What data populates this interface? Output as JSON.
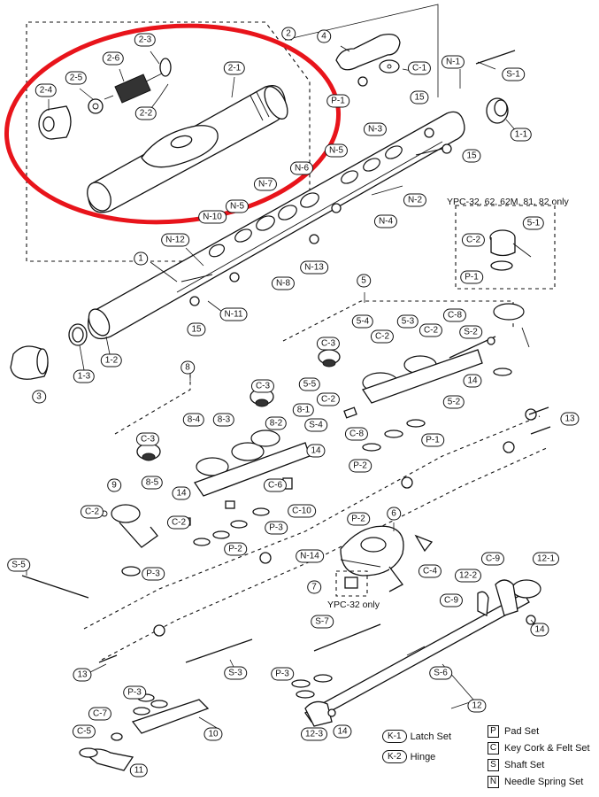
{
  "diagram": {
    "note_ypc32_62": "YPC-32, 62, 62M, 81, 82 only",
    "note_ypc32": "YPC-32 only",
    "labels": {
      "l2": "2",
      "l2_1": "2-1",
      "l2_2": "2-2",
      "l2_3": "2-3",
      "l2_4": "2-4",
      "l2_5": "2-5",
      "l2_6": "2-6",
      "l4": "4",
      "lC1": "C-1",
      "lN1": "N-1",
      "lS1": "S-1",
      "lP1a": "P-1",
      "l15a": "15",
      "l1_1": "1-1",
      "lN3": "N-3",
      "l15b": "15",
      "lN5a": "N-5",
      "lN6": "N-6",
      "lN7": "N-7",
      "lN5b": "N-5",
      "lN10": "N-10",
      "lN2": "N-2",
      "lN4": "N-4",
      "lN12": "N-12",
      "l1": "1",
      "lN13": "N-13",
      "lN8": "N-8",
      "lN11": "N-11",
      "l15c": "15",
      "l1_2": "1-2",
      "l1_3": "1-3",
      "l3": "3",
      "l5_1": "5-1",
      "lC2a": "C-2",
      "lP1b": "P-1",
      "l5": "5",
      "l5_4": "5-4",
      "l5_3": "5-3",
      "lC8a": "C-8",
      "lC3a": "C-3",
      "lC2b": "C-2",
      "lC2c": "C-2",
      "lS2": "S-2",
      "l5_5": "5-5",
      "l14a": "14",
      "lC2d": "C-2",
      "l5_2": "5-2",
      "lC8b": "C-8",
      "lP1c": "P-1",
      "lP2a": "P-2",
      "l13a": "13",
      "l8": "8",
      "lC3b": "C-3",
      "l8_4": "8-4",
      "l8_3": "8-3",
      "l8_2": "8-2",
      "l8_1": "8-1",
      "lS4": "S-4",
      "lC3c": "C-3",
      "l14b": "14",
      "l8_5": "8-5",
      "l14c": "14",
      "lC6": "C-6",
      "lC10": "C-10",
      "l9": "9",
      "lC2e": "C-2",
      "lC2f": "C-2",
      "lP3a": "P-3",
      "lP2b": "P-2",
      "lP3b": "P-3",
      "lS5": "S-5",
      "l6": "6",
      "lP2c": "P-2",
      "lN14": "N-14",
      "lC4": "C-4",
      "l7": "7",
      "lC9a": "C-9",
      "l12_1": "12-1",
      "l12_2": "12-2",
      "lC9b": "C-9",
      "l14d": "14",
      "lS7": "S-7",
      "l13b": "13",
      "lS3": "S-3",
      "lS6": "S-6",
      "lP3c": "P-3",
      "l12": "12",
      "lP3d": "P-3",
      "lC7": "C-7",
      "lC5": "C-5",
      "l10": "10",
      "l11": "11",
      "l12_3": "12-3",
      "l14e": "14"
    },
    "legend_left": [
      {
        "code": "K-1",
        "text": "Latch Set"
      },
      {
        "code": "K-2",
        "text": "Hinge"
      }
    ],
    "legend_right": [
      {
        "code": "P",
        "text": "Pad Set"
      },
      {
        "code": "C",
        "text": "Key Cork & Felt Set"
      },
      {
        "code": "S",
        "text": "Shaft Set"
      },
      {
        "code": "N",
        "text": "Needle Spring Set"
      }
    ],
    "highlight_color": "#e8141b"
  }
}
